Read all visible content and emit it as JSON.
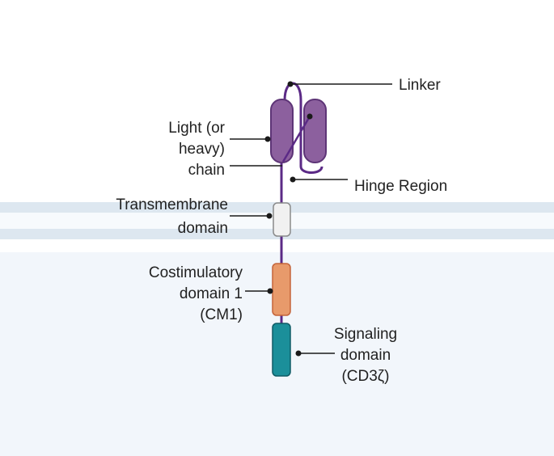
{
  "colors": {
    "membrane": "#dde7f0",
    "membrane_gap": "#f7fafd",
    "cytoplasm": "#f2f6fb",
    "stalk": "#5b2a86",
    "fv_fill": "#8c609e",
    "fv_stroke": "#5e3577",
    "tm_fill": "#f1f1f1",
    "tm_stroke": "#8a8a8a",
    "cm1_fill": "#e89a6b",
    "cm1_stroke": "#c4643b",
    "cd3z_fill": "#1b8f9a",
    "cd3z_stroke": "#0f5c66",
    "leader": "#1a1a1a"
  },
  "labels": {
    "linker": "Linker",
    "light_chain": [
      "Light (or",
      "heavy)",
      "chain"
    ],
    "hinge": "Hinge Region",
    "transmembrane": [
      "Transmembrane",
      "domain"
    ],
    "costimulatory": [
      "Costimulatory",
      "domain 1",
      "(CM1)"
    ],
    "signaling": [
      "Signaling",
      "domain",
      "(CD3ζ)"
    ]
  }
}
